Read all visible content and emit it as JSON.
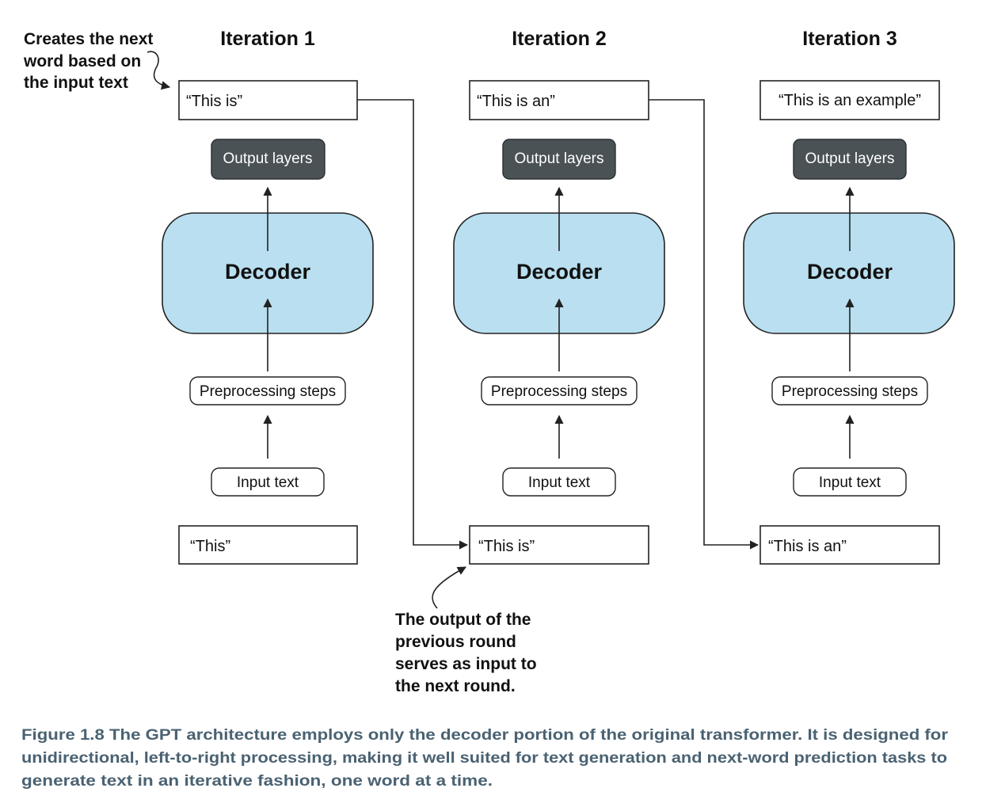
{
  "annotation_left": {
    "lines": [
      "Creates the next",
      "word based on",
      "the input text"
    ]
  },
  "annotation_bottom": {
    "lines": [
      "The output of the",
      "previous round",
      "serves as input to",
      "the next round."
    ]
  },
  "iterations": [
    {
      "title": "Iteration 1",
      "output_text": "“This is”",
      "output_layers": "Output layers",
      "decoder": "Decoder",
      "preprocessing": "Preprocessing steps",
      "input_label": "Input text",
      "input_text": "“This”"
    },
    {
      "title": "Iteration 2",
      "output_text": "“This is an”",
      "output_layers": "Output layers",
      "decoder": "Decoder",
      "preprocessing": "Preprocessing steps",
      "input_label": "Input text",
      "input_text": "“This is”"
    },
    {
      "title": "Iteration 3",
      "output_text": "“This is an example”",
      "output_layers": "Output layers",
      "decoder": "Decoder",
      "preprocessing": "Preprocessing steps",
      "input_label": "Input text",
      "input_text": "“This is an”"
    }
  ],
  "caption": {
    "lines": [
      "Figure 1.8    The GPT architecture employs only the decoder portion of the original transformer. It is designed for",
      "unidirectional, left-to-right processing, making it well suited for text generation and next-word prediction tasks to",
      "generate text in an iterative fashion, one word at a time."
    ]
  },
  "colors": {
    "decoder_fill": "#b9dff0",
    "output_layers_fill": "#4a5256",
    "caption_text": "#4a6272"
  }
}
